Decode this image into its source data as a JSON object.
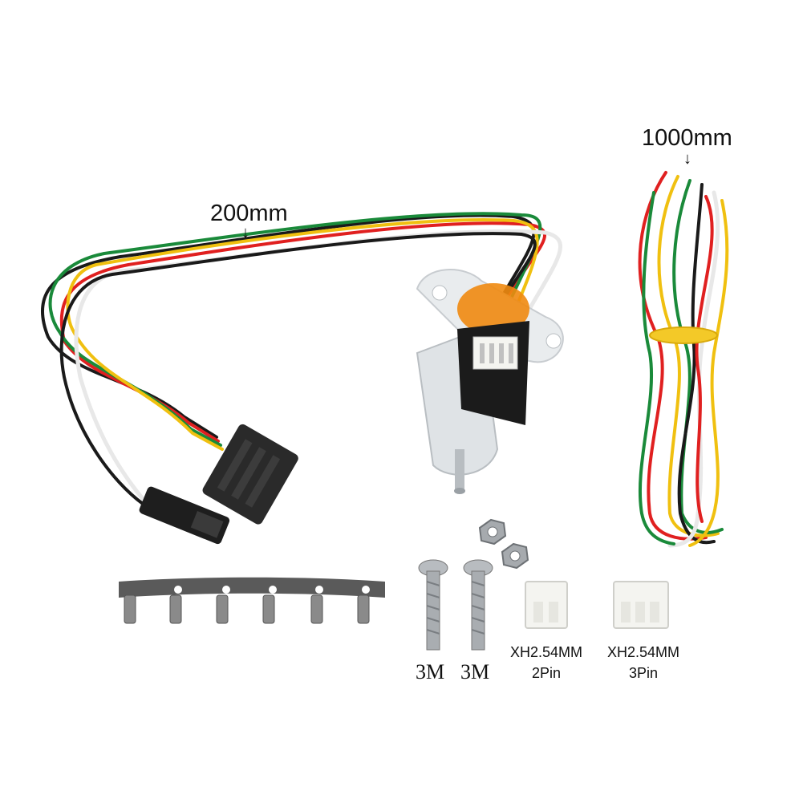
{
  "labels": {
    "cable_short": "200mm",
    "cable_long": "1000mm",
    "screw_left": "3M",
    "screw_right": "3M",
    "conn_2pin_line1": "XH2.54MM",
    "conn_2pin_line2": "2Pin",
    "conn_3pin_line1": "XH2.54MM",
    "conn_3pin_line2": "3Pin"
  },
  "arrows": {
    "down": "↓"
  },
  "colors": {
    "background": "#ffffff",
    "wire_red": "#e02020",
    "wire_yellow": "#f0c010",
    "wire_green": "#1a8a3a",
    "wire_black": "#1a1a1a",
    "wire_white": "#e8e8e8",
    "pcb": "#1b1b1b",
    "probe_body": "#dfe3e6",
    "orange_ring": "#f08a10",
    "connector_white": "#f4f4f0",
    "dupont": "#2a2a2a"
  }
}
